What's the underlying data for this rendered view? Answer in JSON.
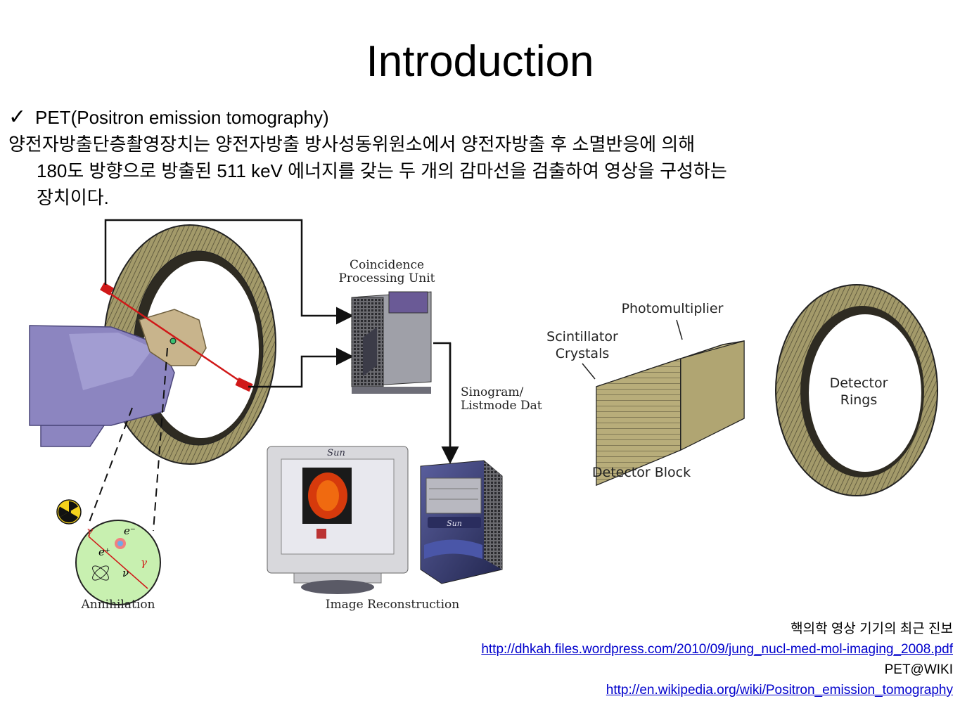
{
  "slide": {
    "title": "Introduction",
    "bullet": {
      "check": "✓",
      "heading": "PET(Positron emission tomography)",
      "lines": [
        "양전자방출단층촬영장치는 양전자방출 방사성동위원소에서 양전자방출 후 소멸반응에 의해",
        "180도 방향으로 방출된 511 keV 에너지를 갖는 두 개의 감마선을 검출하여 영상을 구성하는",
        "장치이다."
      ]
    },
    "figure_labels": {
      "coincidence": "Coincidence",
      "processing_unit": "Processing Unit",
      "sinogram": "Sinogram/",
      "listmode": "Listmode Dat",
      "image_reconstruction": "Image Reconstruction",
      "annihilation": "Annihilation",
      "photomultiplier": "Photomultiplier",
      "scintillator": "Scintillator",
      "crystals": "Crystals",
      "detector_block": "Detector Block",
      "detector": "Detector",
      "rings": "Rings",
      "sun_logo": "Sun",
      "e_minus": "e⁻",
      "e_plus": "e⁺",
      "gamma": "γ",
      "nu": "ν"
    },
    "references": {
      "title1": "핵의학 영상 기기의 최근 진보",
      "link1": "http://dhkah.files.wordpress.com/2010/09/jung_nucl-med-mol-imaging_2008.pdf",
      "title2": "PET@WIKI",
      "link2": "http://en.wikipedia.org/wiki/Positron_emission_tomography"
    },
    "colors": {
      "ring_fill": "#a39a6a",
      "ring_dark": "#3a3628",
      "gown": "#8c85c0",
      "skin": "#c8b48c",
      "lor_red": "#d01818",
      "link": "#0000cc"
    }
  }
}
